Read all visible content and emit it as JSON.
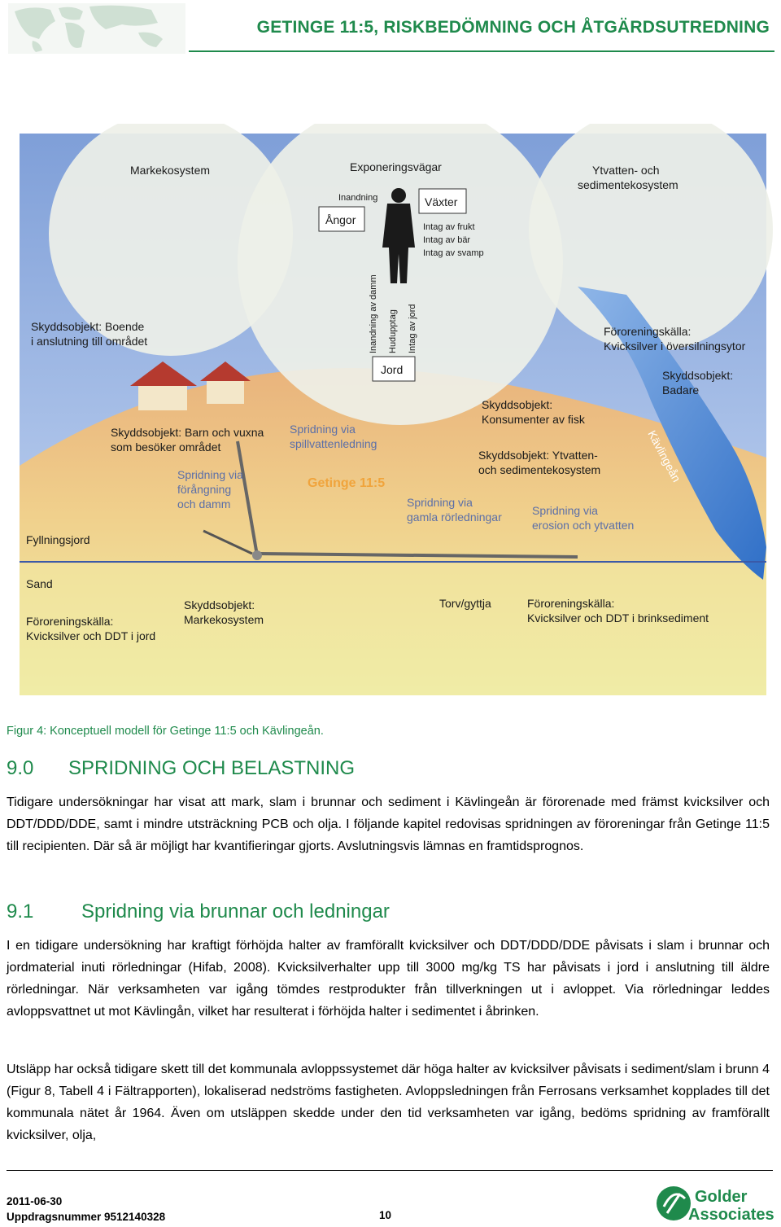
{
  "header": {
    "title": "GETINGE 11:5, RISKBEDÖMNING OCH ÅTGÄRDSUTREDNING"
  },
  "figure": {
    "labels": {
      "markekosystem": "Markekosystem",
      "exponeringsvagar": "Exponeringsvägar",
      "inandning": "Inandning",
      "angor": "Ångor",
      "vaxter": "Växter",
      "intag_frukt": "Intag av frukt",
      "intag_bar": "Intag av bär",
      "intag_svamp": "Intag av svamp",
      "inandning_damm": "Inandning av damm",
      "hudupptag": "Hudupptag",
      "intag_jord": "Intag av jord",
      "jord": "Jord",
      "ytvatten_1": "Ytvatten- och",
      "ytvatten_2": "sedimentekosystem",
      "boende_1": "Skyddsobjekt: Boende",
      "boende_2": "i anslutning till området",
      "fororen_kalla_1": "Föroreningskälla:",
      "fororen_kalla_1b": "Kvicksilver i översilningsytor",
      "badare_1": "Skyddsobjekt:",
      "badare_2": "Badare",
      "konsumenter_1": "Skyddsobjekt:",
      "konsumenter_2": "Konsumenter av fisk",
      "barn_1": "Skyddsobjekt: Barn och vuxna",
      "barn_2": "som besöker området",
      "spill_1": "Spridning via",
      "spill_2": "spillvattenledning",
      "ytvatten_sk_1": "Skyddsobjekt: Ytvatten-",
      "ytvatten_sk_2": "och sedimentekosystem",
      "kavlingean": "Kävlingeån",
      "forangning_1": "Spridning via",
      "forangning_2": "förångning",
      "forangning_3": "och damm",
      "getinge": "Getinge 11:5",
      "rorledningar_1": "Spridning via",
      "rorledningar_2": "gamla rörledningar",
      "erosion_1": "Spridning via",
      "erosion_2": "erosion och ytvatten",
      "fyllningsjord": "Fyllningsjord",
      "sand": "Sand",
      "markeko_sk_1": "Skyddsobjekt:",
      "markeko_sk_2": "Markekosystem",
      "torv": "Torv/gyttja",
      "kalla_jord_1": "Föroreningskälla:",
      "kalla_jord_2": "Kvicksilver och DDT i jord",
      "kalla_brink_1": "Föroreningskälla:",
      "kalla_brink_2": "Kvicksilver och DDT i brinksediment"
    }
  },
  "caption": "Figur 4: Konceptuell modell för Getinge 11:5 och Kävlingeån.",
  "section_9": {
    "number": "9.0",
    "title": "SPRIDNING OCH BELASTNING",
    "paragraph": "Tidigare undersökningar har visat att mark, slam i brunnar och sediment i Kävlingeån är förorenade med främst kvicksilver och DDT/DDD/DDE, samt i mindre utsträckning PCB och olja. I följande kapitel redovisas spridningen av föroreningar från Getinge 11:5 till recipienten. Där så är möjligt har kvantifieringar gjorts. Avslutningsvis lämnas en framtidsprognos."
  },
  "section_9_1": {
    "number": "9.1",
    "title": "Spridning via brunnar och ledningar",
    "paragraph_1": "I en tidigare undersökning har kraftigt förhöjda halter av framförallt kvicksilver och DDT/DDD/DDE påvisats i slam i brunnar och jordmaterial inuti rörledningar (Hifab, 2008). Kvicksilverhalter upp till 3000 mg/kg TS har påvisats i jord i anslutning till äldre rörledningar. När verksamheten var igång tömdes restprodukter från tillverkningen ut i avloppet. Via rörledningar leddes avloppsvattnet ut mot Kävlingån, vilket har resulterat i förhöjda halter i sedimentet i åbrinken.",
    "paragraph_2": "Utsläpp har också tidigare skett till det kommunala avloppssystemet där höga halter av kvicksilver påvisats i sediment/slam i brunn 4 (Figur 8, Tabell 4 i Fältrapporten), lokaliserad nedströms fastigheten. Avloppsledningen från Ferrosans verksamhet kopplades till det kommunala nätet år 1964. Även om utsläppen skedde under den tid verksamheten var igång, bedöms spridning av framförallt kvicksilver, olja,"
  },
  "footer": {
    "date": "2011-06-30",
    "order": "Uppdragsnummer 9512140328",
    "page": "10"
  },
  "logo": {
    "line1": "Golder",
    "line2": "Associates"
  }
}
